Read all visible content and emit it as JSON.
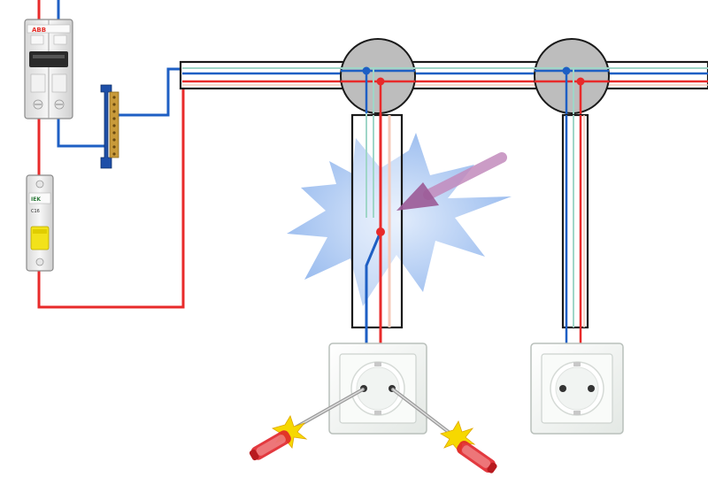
{
  "colors": {
    "phase": "#e82a2a",
    "neutral": "#1e5fc4",
    "earth": "#9fd6c8",
    "cable_outline": "#1a1a1a",
    "junction_box": "#bdbdbd",
    "breaker_body": "#eeeeee",
    "rcd_handle": "#f2e21a",
    "fault_flash": "#8fb8f0",
    "arrow": "#b06fa8",
    "socket_frame": "#f4f6f4",
    "tester_tip": "#e0242a",
    "tester_spark": "#f6d800"
  },
  "breaker": {
    "brand": "ABB"
  },
  "rcd": {
    "brand": "IEK",
    "rating": "C16"
  },
  "icons": {
    "double_breaker": "double-pole-breaker-icon",
    "single_breaker": "single-pole-breaker-icon",
    "neutral_bus": "neutral-bus-bar-icon",
    "junction_box": "junction-box-icon",
    "socket": "schuko-socket-icon",
    "tester": "screwdriver-voltage-tester-icon",
    "fault": "fault-flash-icon",
    "arrow": "fault-pointer-arrow-icon"
  }
}
